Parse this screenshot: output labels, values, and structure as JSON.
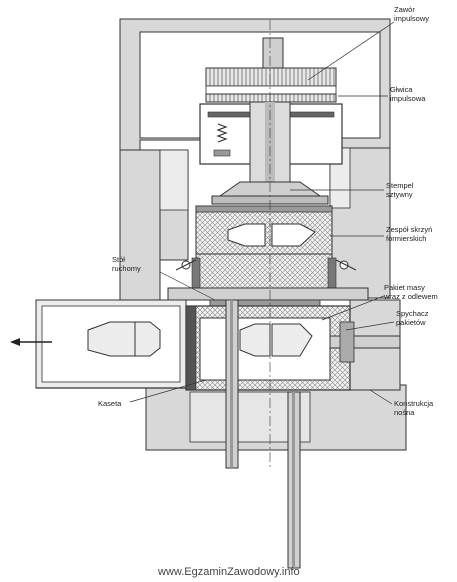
{
  "labels": {
    "zawor": "Zawór\nimpulsowy",
    "glowica": "Głwica\nimpulsowa",
    "stempel": "Stempel\nsztywny",
    "zespol": "Zespół skrzyń\nformierskich",
    "stol": "Stół\nruchomy",
    "pakiet": "Pakiet masy\nwraz z odlewem",
    "spychacz": "Spychacz\npakietów",
    "kaseta": "Kaseta",
    "konstrukcja": "Konstrukcja\nnośna"
  },
  "watermark": "www.EgzaminZawodowy.info",
  "colors": {
    "frame": "#d6d6d6",
    "stroke": "#333333",
    "hatch": "#9a9a9a",
    "dark": "#555555"
  }
}
